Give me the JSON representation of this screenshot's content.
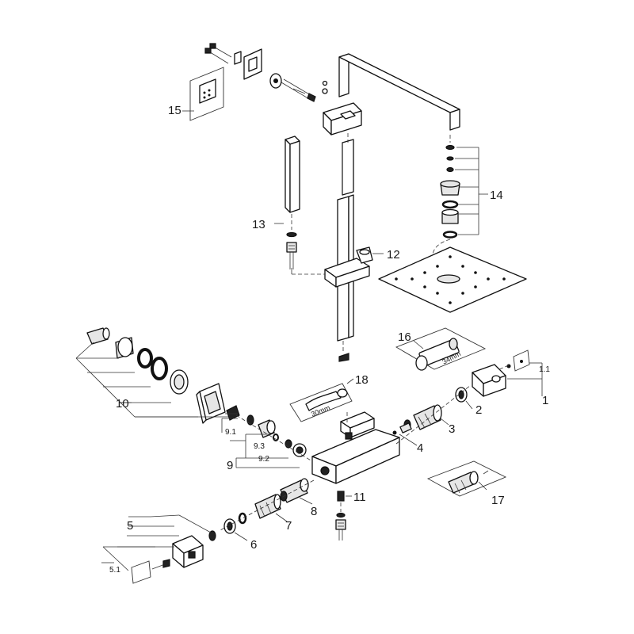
{
  "labels": {
    "p1": "1",
    "p1_1": "1.1",
    "p2": "2",
    "p3": "3",
    "p4": "4",
    "p5": "5",
    "p5_1": "5.1",
    "p6": "6",
    "p7": "7",
    "p8": "8",
    "p9": "9",
    "p9_1": "9.1",
    "p9_2": "9.2",
    "p9_3": "9.3",
    "p10": "10",
    "p11": "11",
    "p12": "12",
    "p13": "13",
    "p14": "14",
    "p15": "15",
    "p16": "16",
    "p17": "17",
    "p18": "18"
  },
  "dimensions": {
    "d34": "34mm",
    "d30": "30mm"
  }
}
